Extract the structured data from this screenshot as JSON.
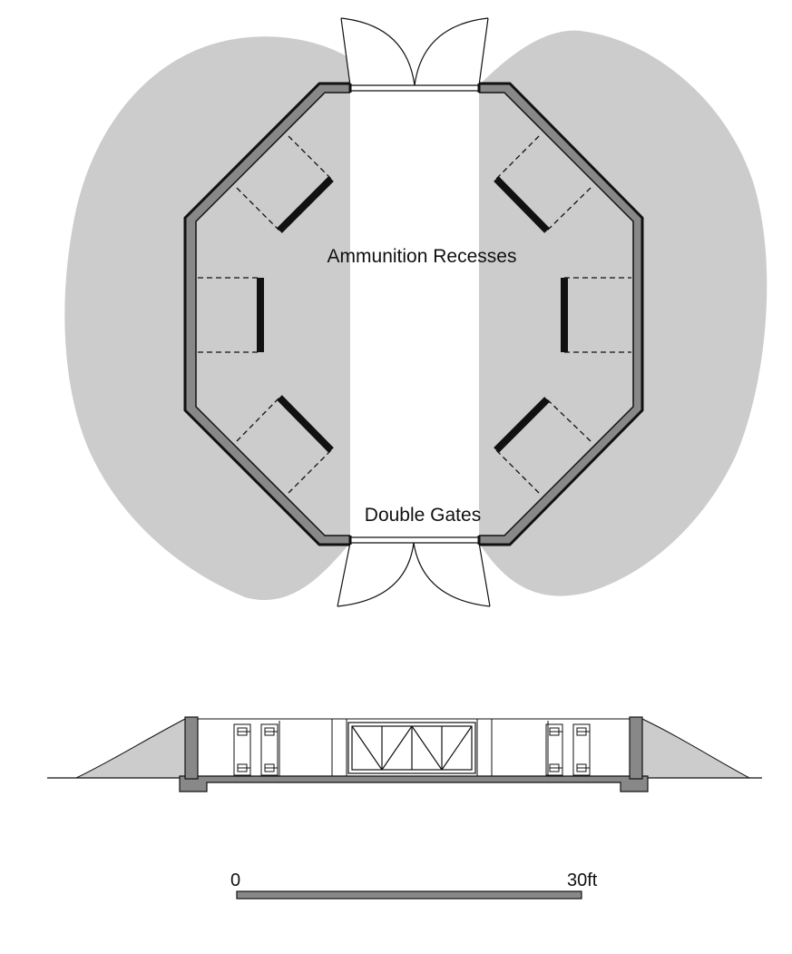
{
  "plan": {
    "labels": {
      "recesses": "Ammunition Recesses",
      "gates": "Double Gates"
    }
  },
  "scale_bar": {
    "start_label": "0",
    "end_label": "30ft"
  },
  "colors": {
    "earth": "#cccccc",
    "wall": "#888888",
    "line": "#111111",
    "background": "#ffffff"
  }
}
